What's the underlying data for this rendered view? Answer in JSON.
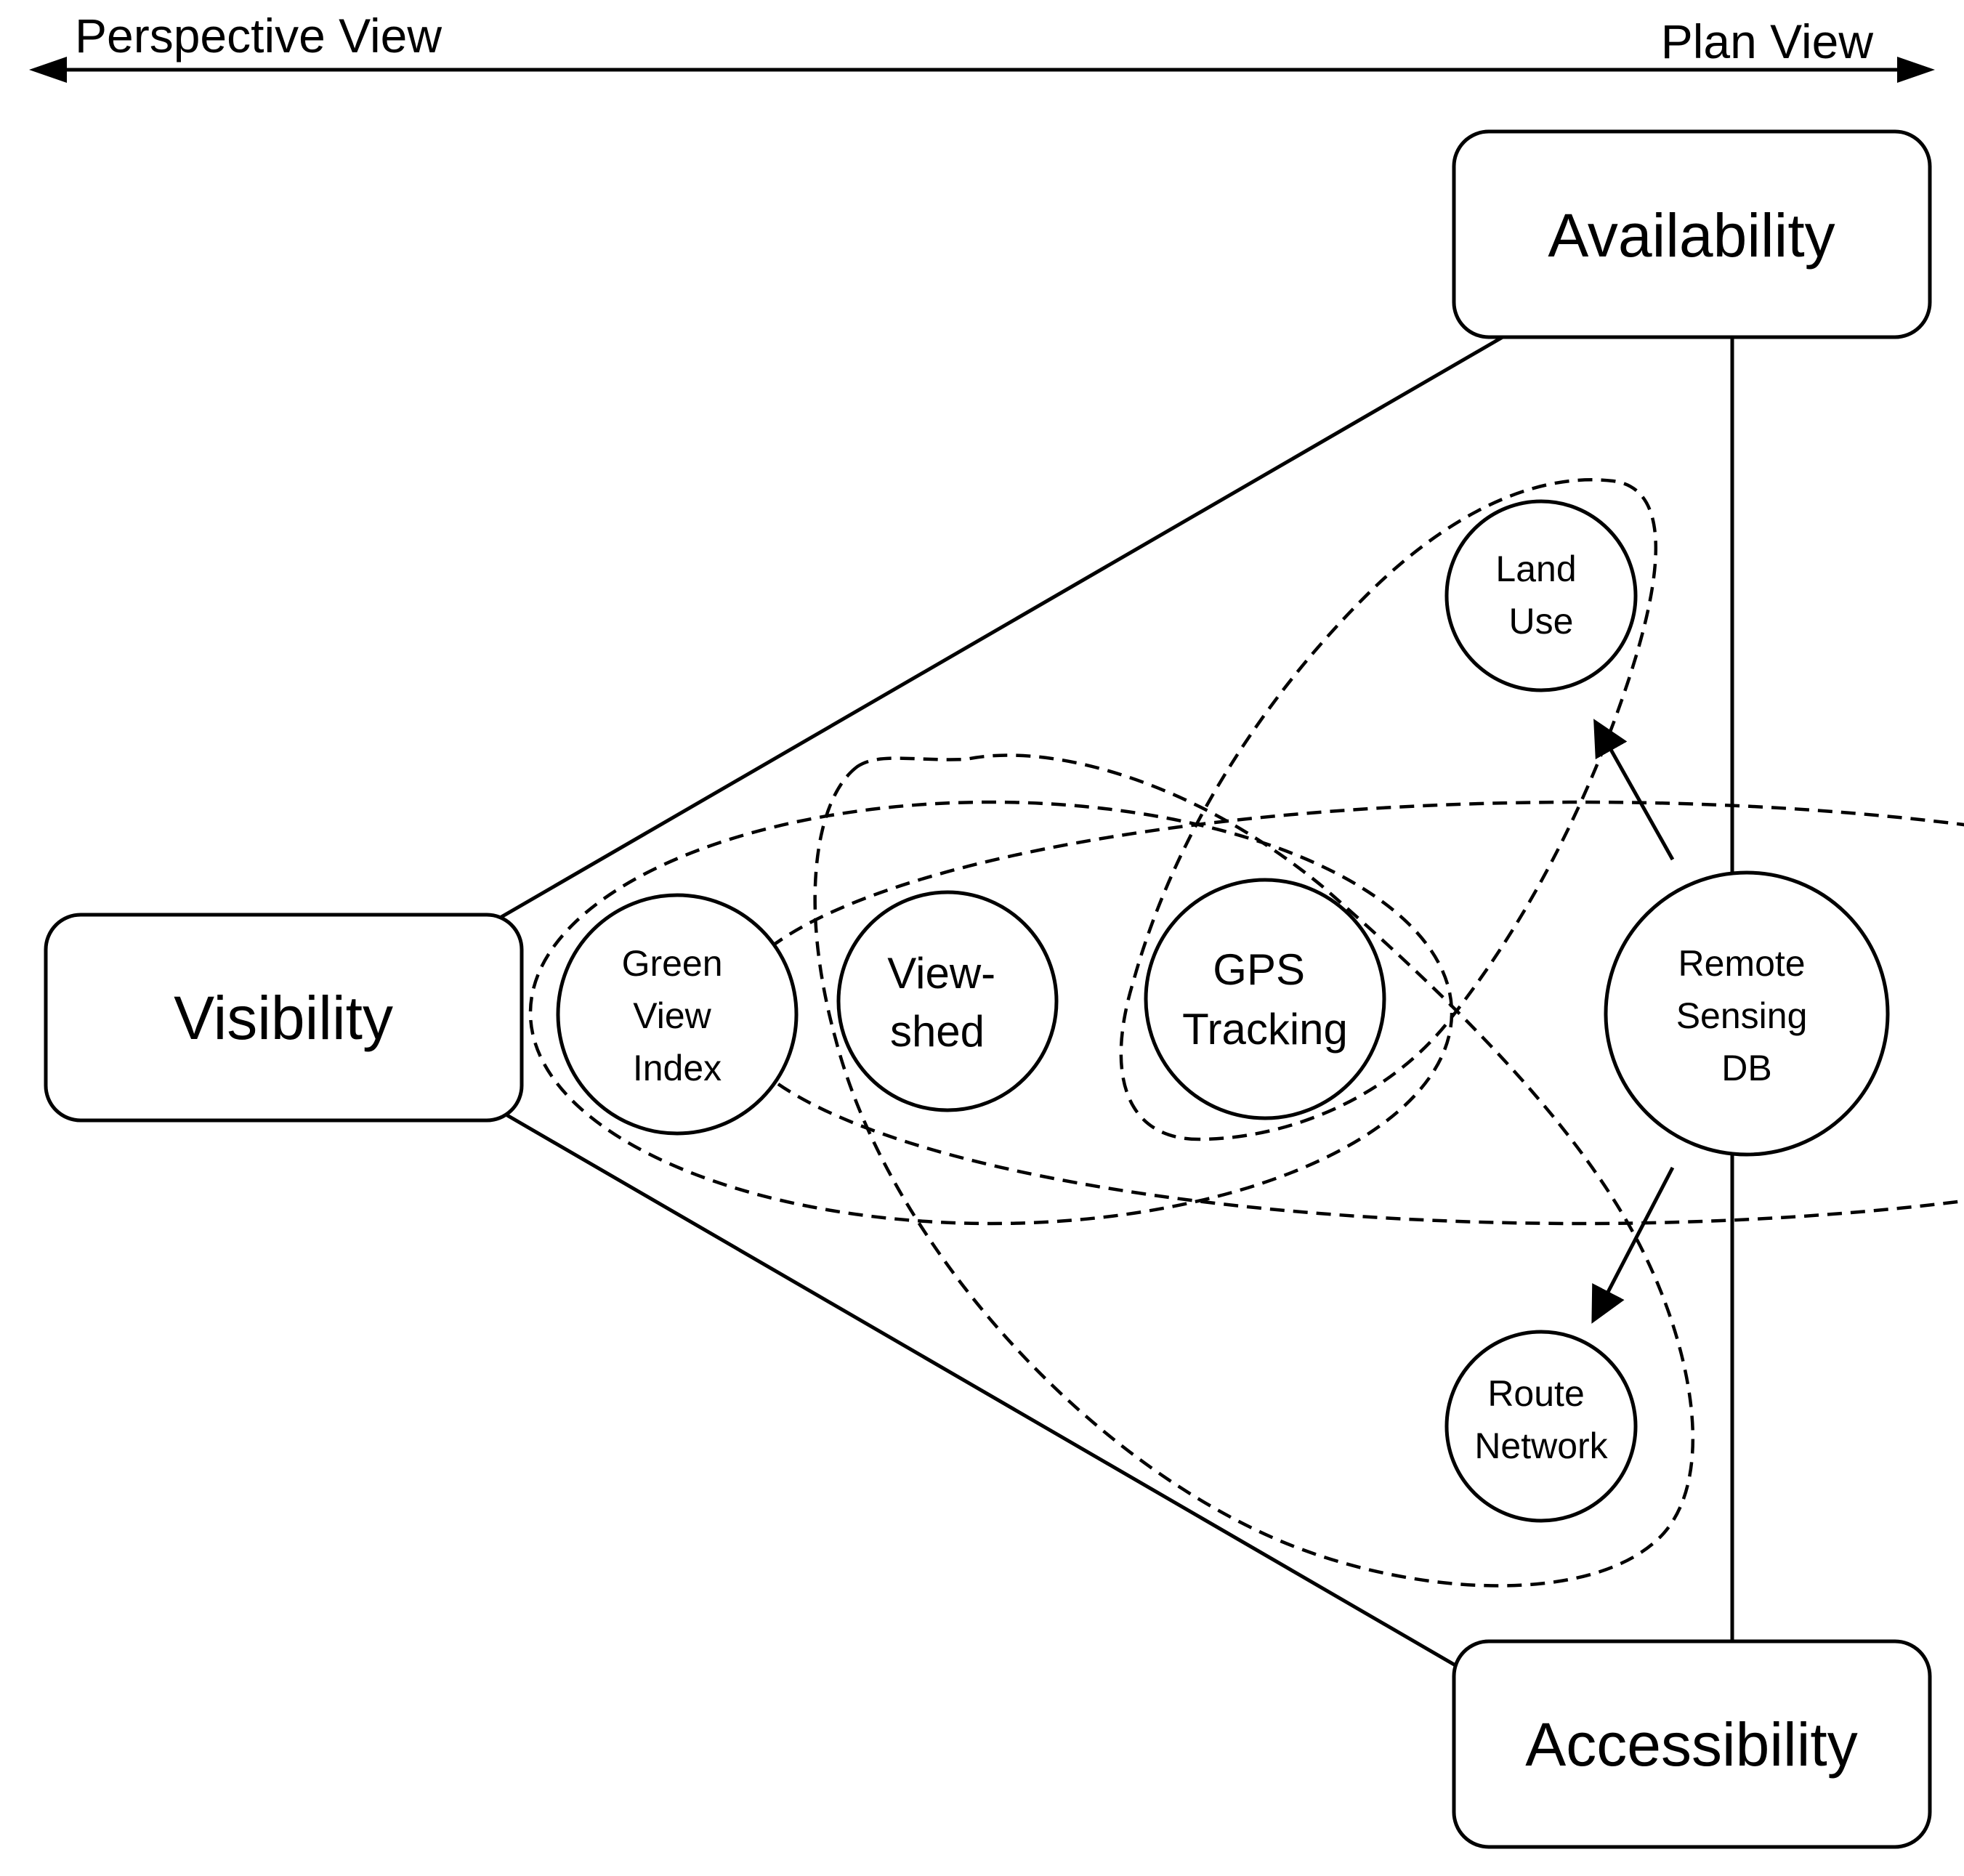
{
  "axis": {
    "left_label": "Perspective View",
    "right_label": "Plan View"
  },
  "dimensions": {
    "availability": "Availability",
    "visibility": "Visibility",
    "accessibility": "Accessibility"
  },
  "methods": {
    "green_view_index": [
      "Green",
      "View",
      "Index"
    ],
    "viewshed": [
      "View-",
      "shed"
    ],
    "gps_tracking": [
      "GPS",
      "Tracking"
    ],
    "land_use": [
      "Land",
      "Use"
    ],
    "remote_sensing_db": [
      "Remote",
      "Sensing",
      "DB"
    ],
    "route_network": [
      "Route",
      "Network"
    ]
  }
}
